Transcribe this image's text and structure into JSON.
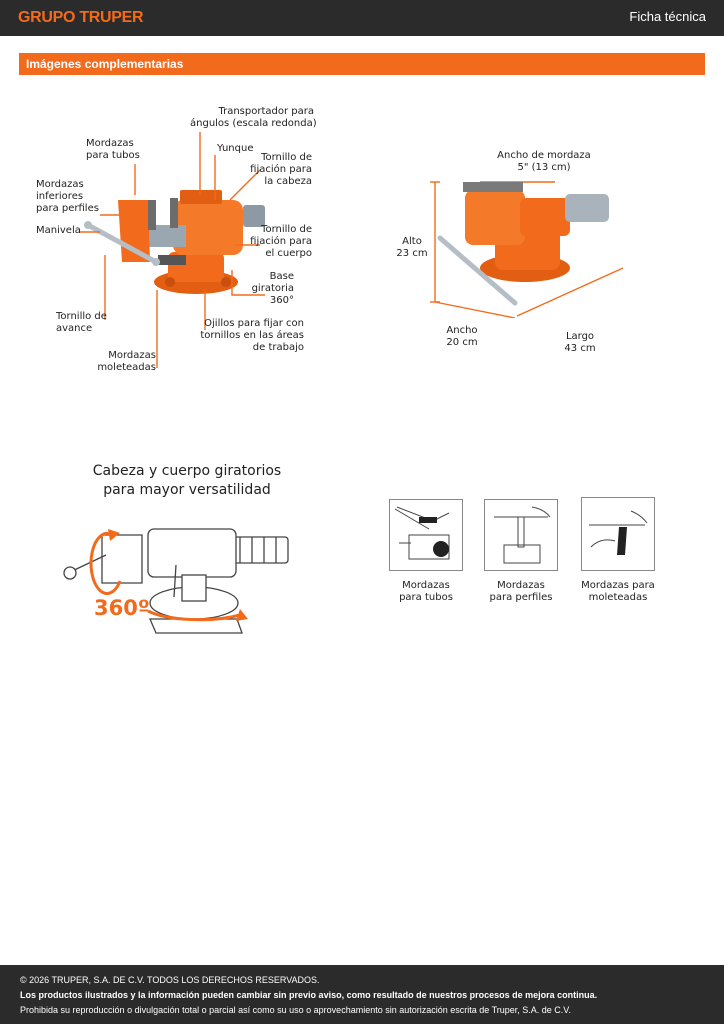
{
  "header": {
    "brand": "GRUPO TRUPER",
    "doc_type": "Ficha técnica"
  },
  "section": {
    "title": "Imágenes complementarias"
  },
  "parts_diagram": {
    "transportador": [
      "Transportador para",
      "ángulos (escala redonda)"
    ],
    "mordazas_tubos": [
      "Mordazas",
      "para tubos"
    ],
    "yunque": "Yunque",
    "tornillo_cabeza": [
      "Tornillo de",
      "fijación para",
      "la cabeza"
    ],
    "mordazas_inferiores": [
      "Mordazas",
      "inferiores",
      "para perfiles"
    ],
    "manivela": "Manivela",
    "tornillo_cuerpo": [
      "Tornillo de",
      "fijación para",
      "el cuerpo"
    ],
    "base": [
      "Base",
      "giratoria",
      "360°"
    ],
    "tornillo_avance": [
      "Tornillo de",
      "avance"
    ],
    "ojillos": [
      "Ojillos para fijar con",
      "tornillos en las áreas",
      "de trabajo"
    ],
    "mordazas_moleteadas": [
      "Mordazas",
      "moleteadas"
    ]
  },
  "dimensions": {
    "ancho_mordaza": [
      "Ancho de mordaza",
      "5\" (13 cm)"
    ],
    "alto": [
      "Alto",
      "23 cm"
    ],
    "ancho": [
      "Ancho",
      "20 cm"
    ],
    "largo": [
      "Largo",
      "43 cm"
    ]
  },
  "rotation": {
    "headline": [
      "Cabeza y cuerpo giratorios",
      "para mayor versatilidad"
    ],
    "degrees": "360º"
  },
  "uses": [
    {
      "label": [
        "Mordazas",
        "para tubos"
      ]
    },
    {
      "label": [
        "Mordazas",
        "para perfiles"
      ]
    },
    {
      "label": [
        "Mordazas para",
        "moleteadas"
      ]
    }
  ],
  "colors": {
    "brand_orange": "#f26b1d",
    "dark_bar": "#2b2b2b"
  },
  "footer": {
    "copyright": "© 2026 TRUPER, S.A. DE C.V. TODOS LOS DERECHOS RESERVADOS.",
    "notice": "Los productos ilustrados y la información pueden cambiar sin previo aviso, como resultado de nuestros procesos de mejora continua.",
    "prohibition": "Prohibida su reproducción o divulgación total o parcial así como su uso o aprovechamiento sin autorización escrita de Truper, S.A. de C.V."
  }
}
